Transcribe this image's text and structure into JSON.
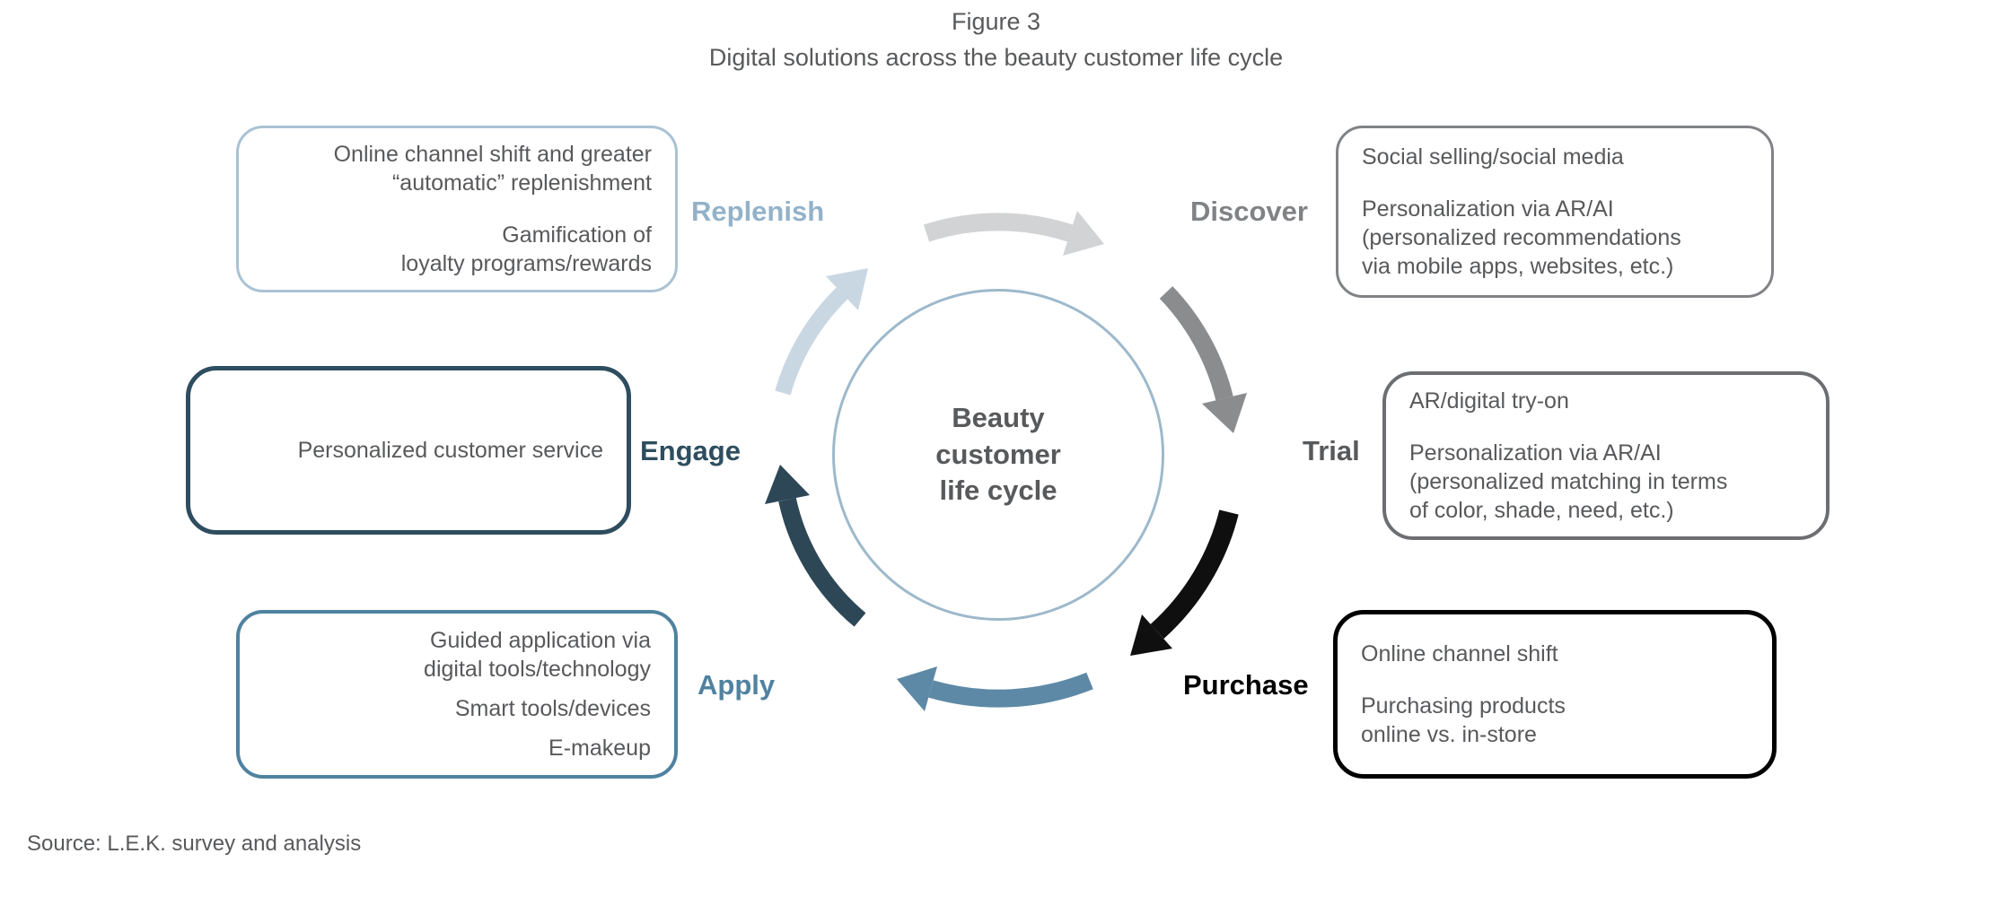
{
  "title": {
    "line1": "Figure 3",
    "line2": "Digital solutions across the beauty customer life cycle"
  },
  "center": {
    "text": "Beauty\ncustomer\nlife cycle"
  },
  "stages": {
    "replenish": {
      "label": "Replenish",
      "items": [
        "Online channel shift and greater\n“automatic” replenishment",
        "Gamification of\nloyalty programs/rewards"
      ]
    },
    "discover": {
      "label": "Discover",
      "items": [
        "Social selling/social media",
        "Personalization via AR/AI\n(personalized recommendations\nvia mobile apps, websites, etc.)"
      ]
    },
    "engage": {
      "label": "Engage",
      "items": [
        "Personalized customer service"
      ]
    },
    "trial": {
      "label": "Trial",
      "items": [
        "AR/digital try-on",
        "Personalization via AR/AI\n(personalized matching in terms\nof color, shade, need, etc.)"
      ]
    },
    "apply": {
      "label": "Apply",
      "items": [
        "Guided application via\ndigital tools/technology",
        "Smart tools/devices",
        "E-makeup"
      ]
    },
    "purchase": {
      "label": "Purchase",
      "items": [
        "Online channel shift",
        "Purchasing products\n online vs. in-store"
      ]
    }
  },
  "source": "Source: L.E.K. survey and analysis",
  "icons": {
    "cycle_arrows": [
      "arrow-replenish-to-discover-icon",
      "arrow-discover-to-trial-icon",
      "arrow-trial-to-purchase-icon",
      "arrow-purchase-to-apply-icon",
      "arrow-apply-to-engage-icon",
      "arrow-engage-to-replenish-icon"
    ]
  },
  "colors": {
    "title_text": "#58595b",
    "body_text": "#58595b",
    "circle_border": "#9db9cb",
    "replenish_border": "#a9c2d3",
    "replenish_label": "#93b2c9",
    "discover_border": "#808285",
    "discover_label": "#808285",
    "engage_border": "#2e4d5f",
    "engage_label": "#2e4d5f",
    "trial_border": "#6d6e71",
    "trial_label": "#58595b",
    "apply_border": "#4f82a0",
    "apply_label": "#4f82a0",
    "purchase_border": "#000000",
    "purchase_label": "#000000",
    "arrow_top_gray": "#d1d3d4",
    "arrow_mid_gray": "#8a8c8e",
    "arrow_black": "#0f0f0f",
    "arrow_steel_blue": "#5d89a6",
    "arrow_dark_navy": "#2d4756",
    "arrow_pale_blue": "#c9d7e3"
  }
}
